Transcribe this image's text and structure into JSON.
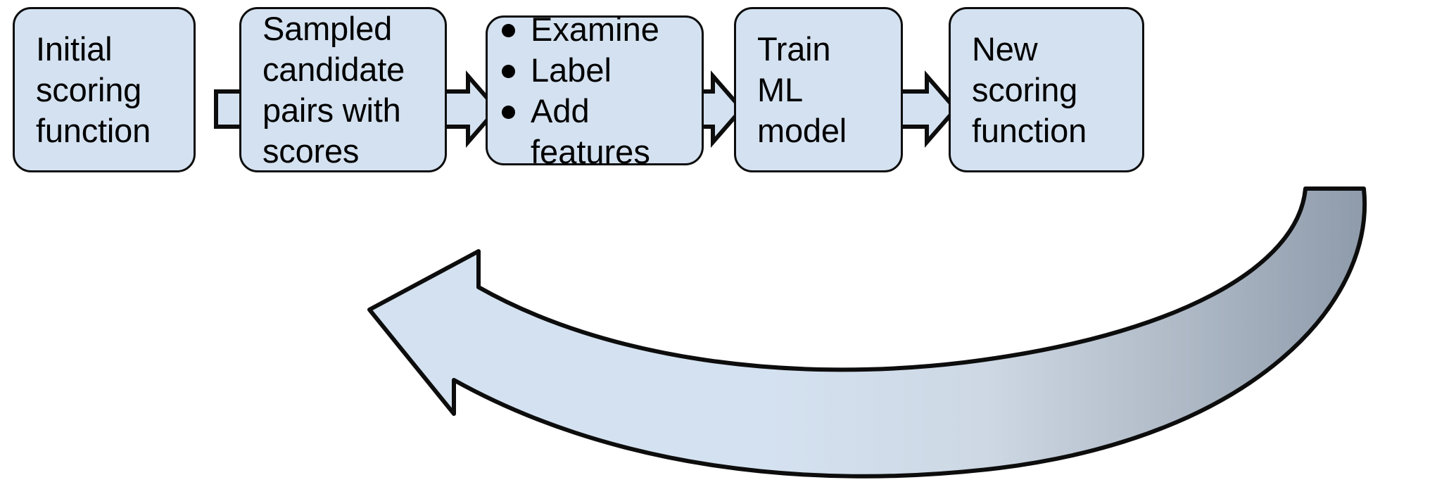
{
  "diagram": {
    "type": "flowchart",
    "title": "Active learning loop for scoring function refinement",
    "orientation": "left-to-right with feedback loop",
    "colors": {
      "node_fill": "#d4e1f0",
      "node_stroke": "#0d0d0d",
      "arrow_fill": "#d4e1f0",
      "arrow_stroke": "#0d0d0d",
      "feedback_arrow_fill_start": "#d4e1f0",
      "feedback_arrow_fill_end": "#8e9bab",
      "text": "#000000",
      "background": "#ffffff"
    },
    "nodes": [
      {
        "id": "initial-scoring-function",
        "kind": "rounded-box",
        "lines": [
          "Initial",
          "scoring",
          "function"
        ]
      },
      {
        "id": "sampled-candidate-pairs",
        "kind": "rounded-box",
        "lines": [
          "Sampled",
          "candidate",
          "pairs with",
          "scores"
        ]
      },
      {
        "id": "examine-label-add-features",
        "kind": "rounded-box-bulleted",
        "bullets": [
          "Examine",
          "Label",
          "Add\nfeatures"
        ]
      },
      {
        "id": "train-ml-model",
        "kind": "rounded-box",
        "lines": [
          "Train",
          "ML",
          "model"
        ]
      },
      {
        "id": "new-scoring-function",
        "kind": "rounded-box",
        "lines": [
          "New",
          "scoring",
          "function"
        ]
      }
    ],
    "connectors": [
      {
        "id": "arrow-1",
        "kind": "block-arrow-right",
        "from": "initial-scoring-function",
        "to": "sampled-candidate-pairs"
      },
      {
        "id": "arrow-2",
        "kind": "block-arrow-right",
        "from": "sampled-candidate-pairs",
        "to": "examine-label-add-features"
      },
      {
        "id": "arrow-3",
        "kind": "block-arrow-right",
        "from": "examine-label-add-features",
        "to": "train-ml-model"
      },
      {
        "id": "arrow-4",
        "kind": "block-arrow-right",
        "from": "train-ml-model",
        "to": "new-scoring-function"
      },
      {
        "id": "feedback-arrow",
        "kind": "curved-block-arrow",
        "from": "new-scoring-function",
        "to": "sampled-candidate-pairs",
        "direction": "right-to-left, arrowhead pointing up-left"
      }
    ]
  }
}
